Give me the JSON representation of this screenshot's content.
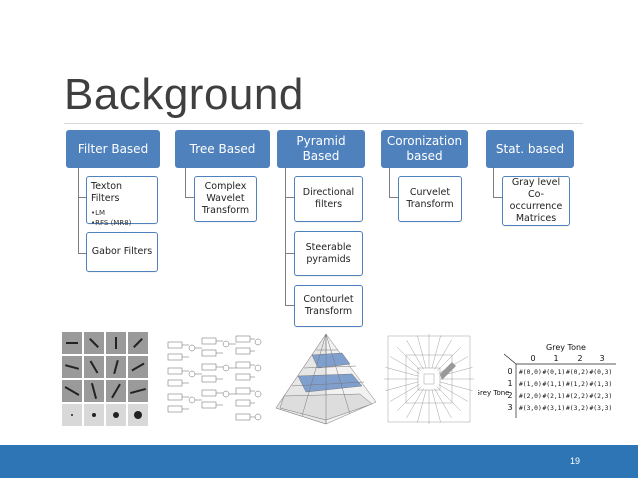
{
  "slide": {
    "title": "Background",
    "page_number": "19"
  },
  "columns": [
    {
      "head": "Filter Based",
      "children": [
        {
          "label": "Texton Filters",
          "bullets": [
            "•LM",
            "•RFS (MR8)"
          ]
        },
        {
          "label": "Gabor Filters"
        }
      ]
    },
    {
      "head": "Tree Based",
      "children": [
        {
          "label": "Complex Wavelet Transform"
        }
      ]
    },
    {
      "head": "Pyramid Based",
      "children": [
        {
          "label": "Directional filters"
        },
        {
          "label": "Steerable pyramids"
        },
        {
          "label": "Contourlet Transform"
        }
      ]
    },
    {
      "head": "Coronization based",
      "children": [
        {
          "label": "Curvelet Transform"
        }
      ]
    },
    {
      "head": "Stat. based",
      "children": [
        {
          "label": "Gray level Co-occurrence Matrices"
        }
      ]
    }
  ],
  "images": {
    "glcm": {
      "grey_tone": "Grey Tone",
      "cols": [
        "0",
        "1",
        "2",
        "3"
      ],
      "rows": [
        "0",
        "1",
        "2",
        "3"
      ],
      "row_label": "Grey Tone",
      "cells": [
        [
          "#(0,0)",
          "#(0,1)",
          "#(0,2)",
          "#(0,3)"
        ],
        [
          "#(1,0)",
          "#(1,1)",
          "#(1,2)",
          "#(1,3)"
        ],
        [
          "#(2,0)",
          "#(2,1)",
          "#(2,2)",
          "#(2,3)"
        ],
        [
          "#(3,0)",
          "#(3,1)",
          "#(3,2)",
          "#(3,3)"
        ]
      ]
    }
  }
}
